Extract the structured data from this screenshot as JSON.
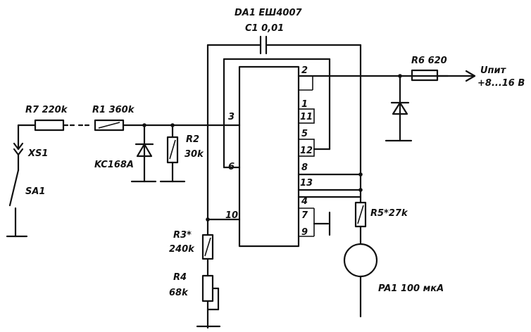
{
  "ic": {
    "name": "DA1 EШ4007",
    "pins": {
      "p2": "2",
      "p1": "1",
      "p11": "11",
      "p5": "5",
      "p12": "12",
      "p8": "8",
      "p13": "13",
      "p4": "4",
      "p7": "7",
      "p9": "9",
      "p3": "3",
      "p6": "6",
      "p10": "10"
    }
  },
  "components": {
    "c1": "C1 0,01",
    "r6": "R6 620",
    "supply_name": "Uпит",
    "supply_value": "+8...16 B",
    "r7": "R7 220k",
    "r1": "R1 360k",
    "xs1": "XS1",
    "sa1": "SA1",
    "zener": "KC168A",
    "r2_name": "R2",
    "r2_value": "30k",
    "r5": "R5*27k",
    "r3_name": "R3*",
    "r3_value": "240k",
    "r4_name": "R4",
    "r4_value": "68k",
    "pa1": "PA1 100 мкА"
  }
}
